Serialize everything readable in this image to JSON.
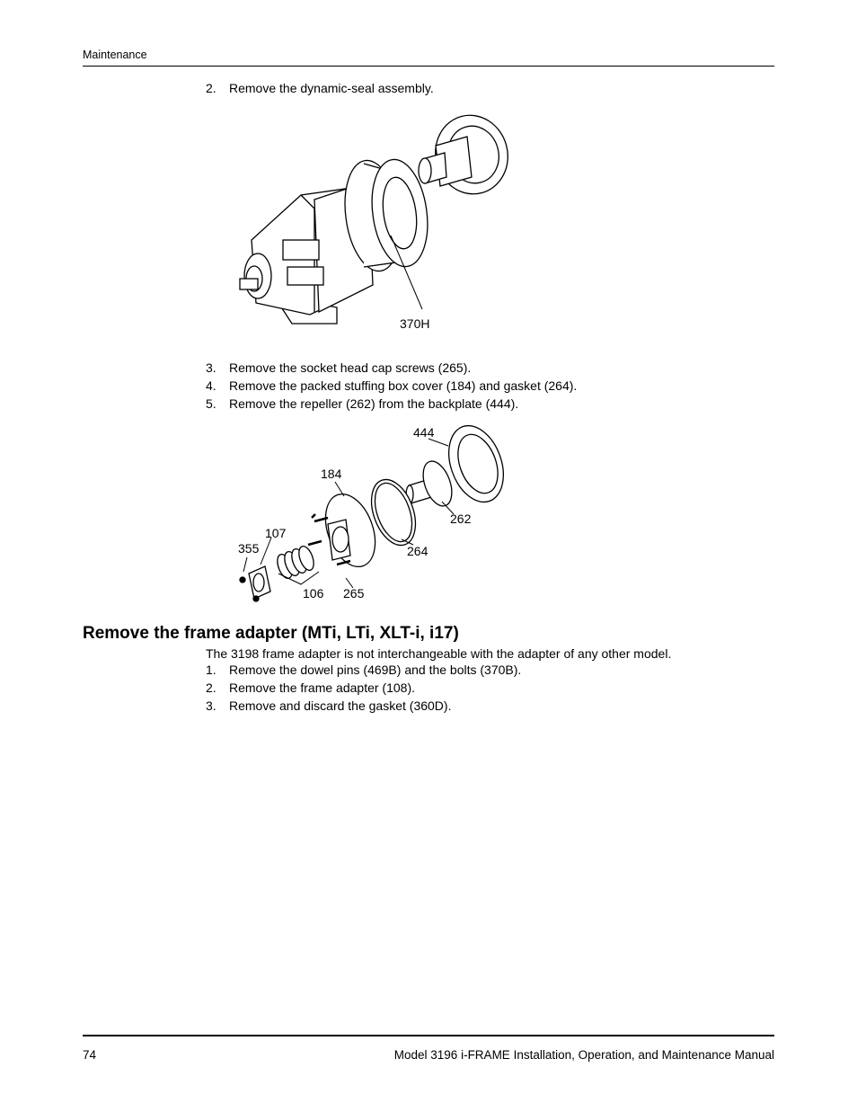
{
  "header": {
    "section": "Maintenance"
  },
  "steps_a": [
    {
      "num": "2.",
      "text": "Remove the dynamic-seal assembly."
    }
  ],
  "figure1": {
    "callouts": [
      "370H"
    ]
  },
  "steps_b": [
    {
      "num": "3.",
      "text": "Remove the socket head cap screws (265)."
    },
    {
      "num": "4.",
      "text": "Remove the packed stuffing box cover (184) and gasket (264)."
    },
    {
      "num": "5.",
      "text": "Remove the repeller (262) from the backplate (444)."
    }
  ],
  "figure2": {
    "callouts": [
      "444",
      "184",
      "262",
      "107",
      "355",
      "264",
      "106",
      "265"
    ]
  },
  "section": {
    "title": "Remove the frame adapter (MTi, LTi, XLT-i, i17)",
    "intro": "The 3198 frame adapter is not interchangeable with the adapter of any other model.",
    "steps": [
      {
        "num": "1.",
        "text": "Remove the dowel pins (469B) and the bolts (370B)."
      },
      {
        "num": "2.",
        "text": "Remove the frame adapter (108)."
      },
      {
        "num": "3.",
        "text": "Remove and discard the gasket (360D)."
      }
    ]
  },
  "footer": {
    "page": "74",
    "title": "Model 3196 i-FRAME Installation, Operation, and Maintenance Manual"
  }
}
